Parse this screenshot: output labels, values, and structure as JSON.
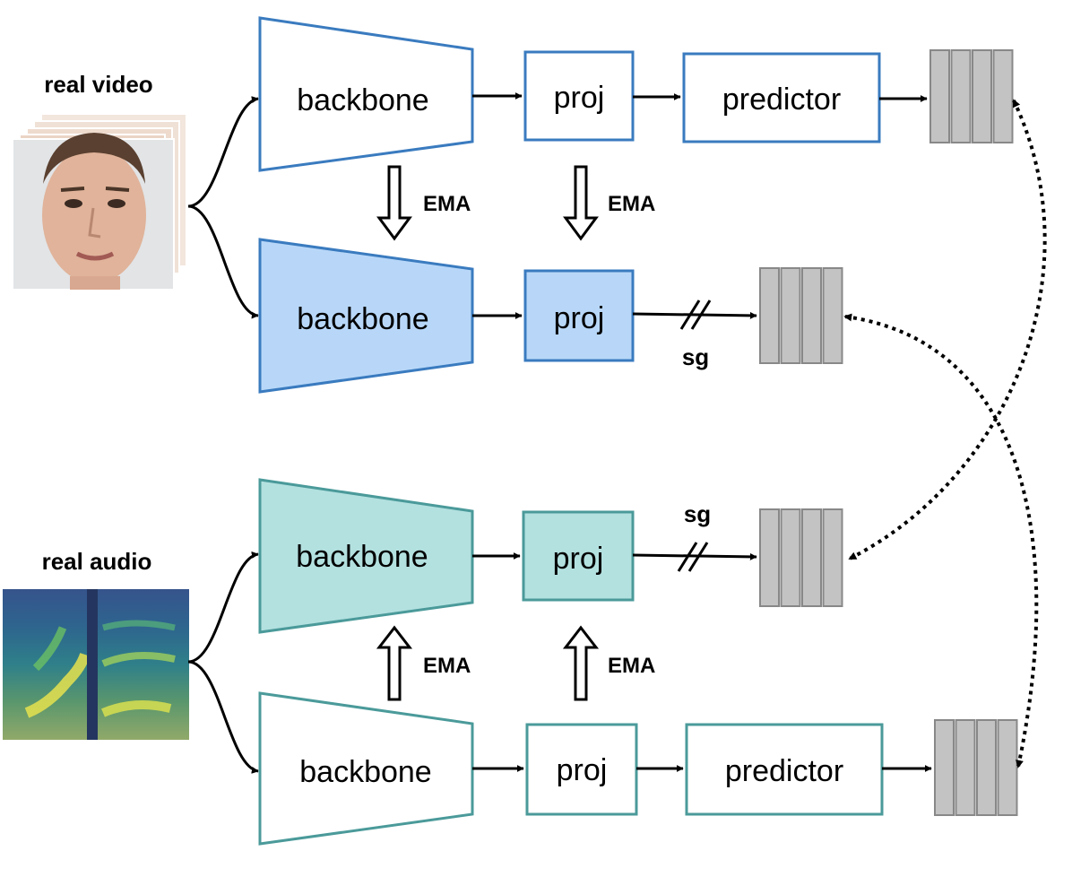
{
  "labels": {
    "real_video": "real video",
    "real_audio": "real audio",
    "backbone": "backbone",
    "proj": "proj",
    "predictor": "predictor",
    "ema": "EMA",
    "sg": "sg"
  },
  "colors": {
    "video_stroke": "#3a7bbf",
    "video_fill": "#b8d7f8",
    "audio_stroke": "#4b9a9a",
    "audio_fill": "#b3e1e0",
    "token_fill": "#c3c3c3",
    "token_stroke": "#888888"
  }
}
